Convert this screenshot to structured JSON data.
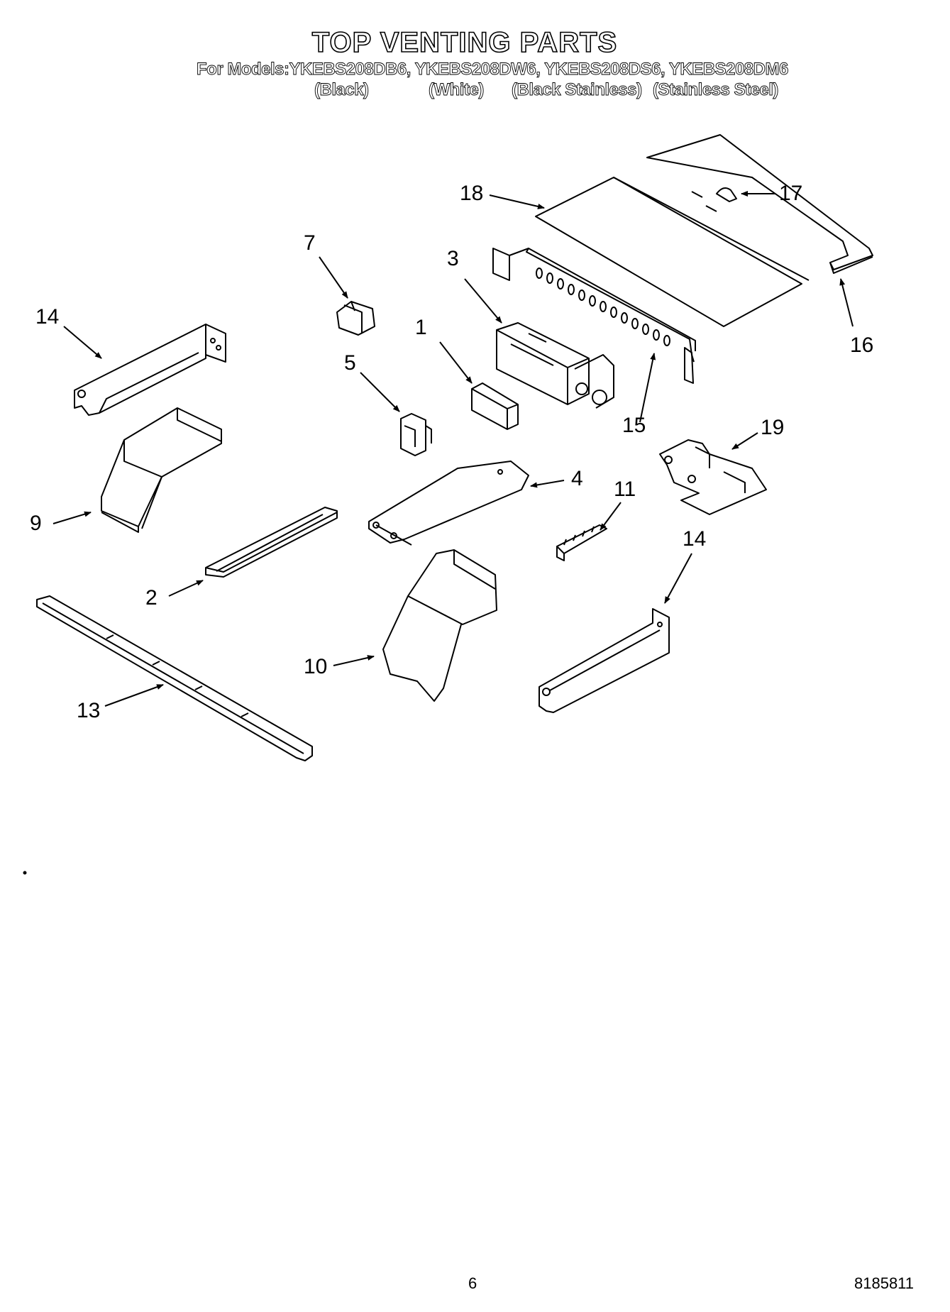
{
  "header": {
    "title": "TOP VENTING PARTS",
    "models_line": "For Models:YKEBS208DB6, YKEBS208DW6, YKEBS208DS6, YKEBS208DM6",
    "finishes": [
      "(Black)",
      "(White)",
      "(Black Stainless)",
      "(Stainless Steel)"
    ]
  },
  "callouts": {
    "c1": "1",
    "c2": "2",
    "c3": "3",
    "c4": "4",
    "c5": "5",
    "c7": "7",
    "c9": "9",
    "c10": "10",
    "c11": "11",
    "c13": "13",
    "c14a": "14",
    "c14b": "14",
    "c15": "15",
    "c16": "16",
    "c17": "17",
    "c18": "18",
    "c19": "19"
  },
  "footer": {
    "page_number": "6",
    "doc_number": "8185811"
  }
}
